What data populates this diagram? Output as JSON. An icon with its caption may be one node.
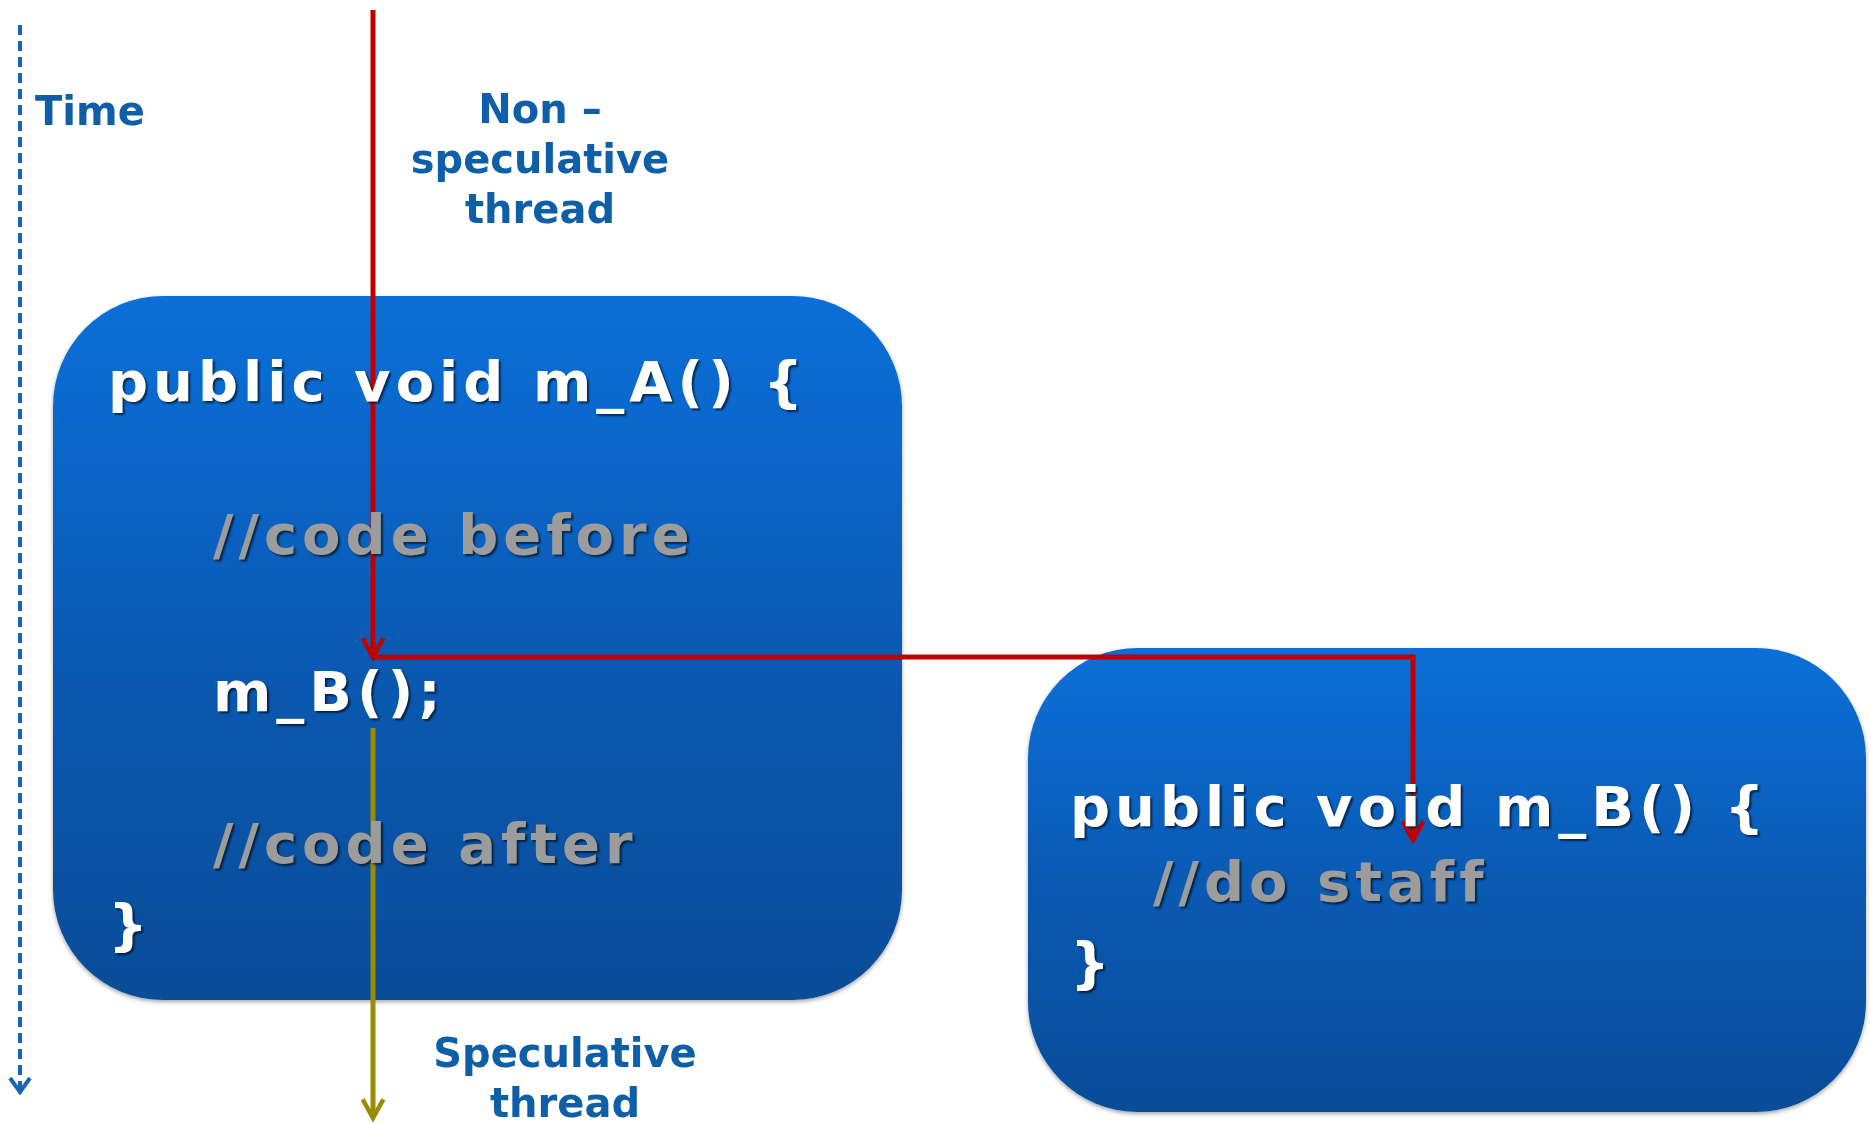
{
  "diagram": {
    "nodes": [
      {
        "text": [],
        "shape": "box"
      },
      {
        "text": [
          "public void m_A() {"
        ],
        "in": 0
      },
      {
        "text": [
          "//code before"
        ],
        "in": 0
      },
      {
        "text": [
          "m_B();"
        ],
        "in": 0
      },
      {
        "text": [
          "//code after"
        ],
        "in": 0
      },
      {
        "text": [
          "}"
        ],
        "in": 0
      },
      {
        "text": [],
        "shape": "box"
      },
      {
        "text": [
          "public void m_B() {"
        ],
        "in": 6
      },
      {
        "text": [
          "//do staff"
        ],
        "in": 6
      },
      {
        "text": [
          "}"
        ],
        "in": 6
      }
    ],
    "edges": [
      {
        "from": null,
        "to": 3,
        "arrow": "to",
        "color": "#c00000"
      },
      {
        "from": 3,
        "to": 8,
        "arrow": "to",
        "color": "#c00000"
      },
      {
        "from": 3,
        "to": null,
        "arrow": "to",
        "color": "#9a8c00"
      }
    ],
    "labels": [
      "Time",
      "Non – speculative thread",
      "Speculative thread"
    ]
  }
}
